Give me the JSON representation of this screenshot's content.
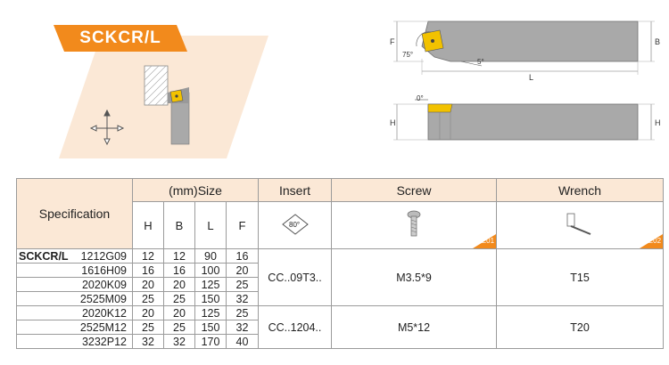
{
  "badge": {
    "title": "SCKCR/L"
  },
  "drawing": {
    "labels": {
      "f": "F",
      "b": "B",
      "l": "L",
      "h_side": "H",
      "h_right": "H",
      "angle_75": "75°",
      "angle_5": "5°",
      "angle_0": "0°"
    }
  },
  "table": {
    "headers": {
      "specification": "Specification",
      "size": "(mm)Size",
      "insert": "Insert",
      "screw": "Screw",
      "wrench": "Wrench"
    },
    "size_columns": [
      "H",
      "B",
      "L",
      "F"
    ],
    "insert_icon_label": "80°",
    "screw_code": "E01",
    "wrench_code": "E02",
    "series_prefix": "SCKCR/L",
    "rows": [
      {
        "model": "1212G09",
        "h": "12",
        "b": "12",
        "l": "90",
        "f": "16"
      },
      {
        "model": "1616H09",
        "h": "16",
        "b": "16",
        "l": "100",
        "f": "20"
      },
      {
        "model": "2020K09",
        "h": "20",
        "b": "20",
        "l": "125",
        "f": "25"
      },
      {
        "model": "2525M09",
        "h": "25",
        "b": "25",
        "l": "150",
        "f": "32"
      },
      {
        "model": "2020K12",
        "h": "20",
        "b": "20",
        "l": "125",
        "f": "25"
      },
      {
        "model": "2525M12",
        "h": "25",
        "b": "25",
        "l": "150",
        "f": "32"
      },
      {
        "model": "3232P12",
        "h": "32",
        "b": "32",
        "l": "170",
        "f": "40"
      }
    ],
    "groups": [
      {
        "insert": "CC..09T3..",
        "screw": "M3.5*9",
        "wrench": "T15"
      },
      {
        "insert": "CC..1204..",
        "screw": "M5*12",
        "wrench": "T20"
      }
    ]
  },
  "colors": {
    "accent": "#f28a1c",
    "header_bg": "#fbe8d6",
    "tool_gray": "#a9a9a9"
  }
}
